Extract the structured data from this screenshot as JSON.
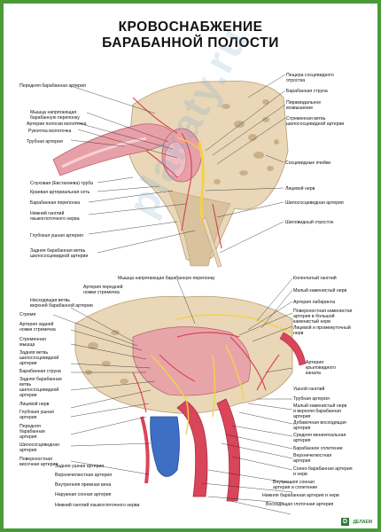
{
  "title": {
    "line1": "КРОВОСНАБЖЕНИЕ",
    "line2": "БАРАБАННОЙ ПОЛОСТИ"
  },
  "top_labels_left": [
    "Передняя барабанная артерия",
    "Мышца напрягающая",
    "барабанную перепонку",
    "Артерии полоски молоточка",
    "Рукоятка молоточка",
    "Трубная артерия",
    "Слуховая (Евстахиева) труба",
    "Краевая артериальная сеть",
    "Барабанная перепонка",
    "Нижний ганглий",
    "языкоглоточного нерва",
    "Глубокая ушная артерия",
    "Задняя барабанная ветвь",
    "шилососцевидной артерии"
  ],
  "top_labels_right": [
    "Пещера сосцевидного",
    "отростка",
    "Барабанная струна",
    "Пирамидальное",
    "возвышение",
    "Стременная ветвь",
    "шилососцевидной артерии",
    "Сосцевидные ячейки",
    "Лицевой нерв",
    "Шилососцевидная артерия",
    "Шиловидный отросток"
  ],
  "bottom_labels_top": [
    "Мышца напрягающая барабанную перепонку",
    "Артерия передней",
    "ножки стремечка",
    "Коленчатый ганглий",
    "Малый каменистый нерв"
  ],
  "bottom_labels_left": [
    "Нисходящая ветвь",
    "верхней барабанной артерии",
    "Стремя",
    "Артерия задней",
    "ножки стремечка",
    "Стременная",
    "мышца",
    "Задняя ветвь",
    "шилососцевидной",
    "артерии",
    "Барабанная струна",
    "Задняя барабанная",
    "ветвь",
    "шилососцевидной",
    "артерии",
    "Лицевой нерв",
    "Глубокая ушная",
    "артерия",
    "Передняя",
    "барабанная",
    "артерия",
    "Шилососцевидная",
    "артерия",
    "Поверхностная",
    "височная артерия"
  ],
  "bottom_labels_right": [
    "Артерия лабиринта",
    "Поверхностная каменистая",
    "артерия в большой",
    "каменистый нерв",
    "Лицевой и промежуточный",
    "нерв",
    "Артерия",
    "крыловидного",
    "канала",
    "Ушной ганглий",
    "Трубная артерия",
    "Малый каменистый нерв",
    "и верхняя барабанная",
    "артерия",
    "Добавочная восходящая",
    "артерия",
    "Средняя менингеальная",
    "артерия",
    "Барабанное сплетение",
    "Верхнечелюстная",
    "артерия",
    "Сонно-барабанная артерия",
    "и нерв",
    "Внутренняя сонная",
    "артерия и сплетение",
    "Нижняя барабанная артерия и нерв",
    "Восходящая глоточная артерия"
  ],
  "bottom_labels_bottom": [
    "Задняя ушная артерия",
    "Верхнечелюстная артерия",
    "Внутренняя яремная вена",
    "Наружная сонная артерия",
    "Нижний ганглий языкоглоточного нерва"
  ],
  "logo": "ДЕЛАЕМ",
  "watermark": "plakaty.ru",
  "colors": {
    "frame": "#4a9a3a",
    "bone": "#e9d7b8",
    "artery": "#d9455a",
    "vein": "#3e6fc4",
    "nerve": "#f2d24a",
    "mucosa": "#e8a0a8"
  }
}
